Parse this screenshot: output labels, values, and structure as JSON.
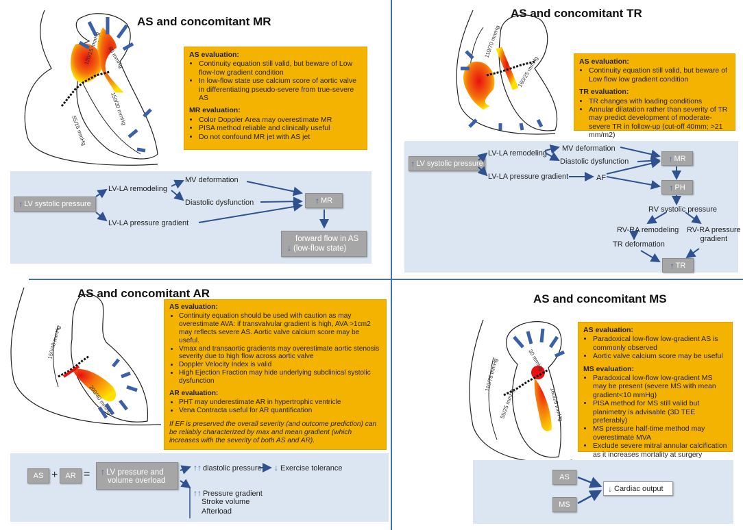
{
  "quadrants": {
    "mr": {
      "title": "AS and concomitant MR",
      "pressures": [
        "120/15 mmHg",
        "80 mmHg",
        "150/30 mmHg",
        "55/15 mmHg"
      ],
      "as_heading": "AS evaluation:",
      "as_items": [
        "Continuity equation still valid, but beware of Low flow-low gradient condition",
        "In low-flow state use calcium score of aortic valve in differentiating pseudo-severe from true-severe AS"
      ],
      "mr_heading": "MR evaluation:",
      "mr_items": [
        "Color Doppler Area may overestimate MR",
        "PISA method reliable and clinically useful",
        "Do not confound MR jet with AS jet"
      ],
      "flow": {
        "lv": "LV systolic pressure",
        "remodeling": "LV-LA remodeling",
        "gradient": "LV-LA pressure gradient",
        "mv": "MV deformation",
        "diastolic": "Diastolic dysfunction",
        "mr": "MR",
        "forward_line1": "forward flow in AS",
        "forward_line2": "(low-flow state)"
      }
    },
    "tr": {
      "title": "AS and concomitant TR",
      "pressures": [
        "110/70 mmHg",
        "160/25 mmHg"
      ],
      "as_heading": "AS evaluation:",
      "as_items": [
        "Continuity equation still valid, but beware of Low flow low gradient condition"
      ],
      "tr_heading": "TR evaluation:",
      "tr_items": [
        "TR changes with loading conditions",
        "Annular dilatation rather than severity of TR may predict development of moderate-severe TR in follow-up (cut-off 40mm; >21 mm/m2)"
      ],
      "flow": {
        "lv": "LV systolic pressure",
        "remodeling": "LV-LA remodeling",
        "mv": "MV deformation",
        "diastolic": "Diastolic dysfunction",
        "gradient": "LV-LA pressure gradient",
        "af": "AF",
        "mr": "MR",
        "ph": "PH",
        "rv": "RV systolic pressure",
        "rvra_remodeling": "RV-RA remodeling",
        "rvra_gradient_line1": "RV-RA pressure",
        "rvra_gradient_line2": "gradient",
        "tr_deformation": "TR deformation",
        "tr": "TR"
      }
    },
    "ar": {
      "title": "AS and concomitant AR",
      "pressures": [
        "150/40 mmHg",
        "200/40 mmHg"
      ],
      "as_heading": "AS evaluation:",
      "as_items": [
        "Continuity equation should be used with caution as may overestimate AVA: if transvalvular gradient is high, AVA >1cm2 may reflects severe AS. Aortic valve calcium score may be useful.",
        "Vmax and transaortic gradients may overestimate aortic stenosis severity due to high flow across aortic valve",
        "Doppler Velocity Index is valid",
        "High Ejection Fraction may hide underlying subclinical systolic dysfunction"
      ],
      "ar_heading": "AR evaluation:",
      "ar_items": [
        "PHT may underestimate AR in hypertrophic ventricle",
        "Vena Contracta useful for AR quantification"
      ],
      "note": "If EF is preserved the overall severity (and outcome prediction) can be reliably characterized by max and mean gradient (which increases with the severity of both AS and AR).",
      "flow": {
        "as": "AS",
        "plus": "+",
        "ar": "AR",
        "equals": "=",
        "overload_line1": "LV pressure and",
        "overload_line2": "volume overload",
        "diastolic": "diastolic pressure",
        "exercise": "Exercise tolerance",
        "pressure_gradient": "Pressure gradient",
        "stroke_volume": "Stroke volume",
        "afterload": "Afterload"
      }
    },
    "ms": {
      "title": "AS and concomitant MS",
      "pressures": [
        "110/75 mmHg",
        "30 mmHg",
        "160/25 mmHg",
        "55/25 mmHg"
      ],
      "as_heading": "AS evaluation:",
      "as_items": [
        "Paradoxical low-flow low-gradient AS is commonly observed",
        "Aortic valve calcium score may be useful"
      ],
      "ms_heading": "MS evaluation:",
      "ms_items": [
        "Paradoxical low-flow low-gradient MS may be present (severe MS with mean gradient<10 mmHg)",
        "PISA method for MS still valid but planimetry is advisable (3D TEE preferably)",
        "MS pressure half-time method may overestimate MVA",
        "Exclude severe mitral annular calcification as it increases mortality at surgery"
      ],
      "flow": {
        "as": "AS",
        "ms": "MS",
        "cardiac": "Cardiac output"
      }
    }
  },
  "colors": {
    "eval_box": "#f3b300",
    "flow_panel": "#dce6f2",
    "gray_box": "#a6a6a6",
    "arrow": "#2f528f",
    "divider": "#3d6fb5"
  }
}
